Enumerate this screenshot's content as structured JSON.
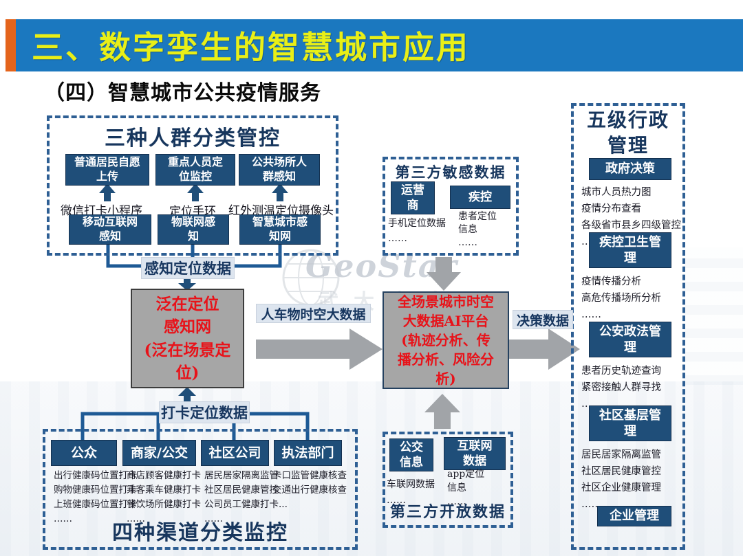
{
  "banner": {
    "title": "三、数字孪生的智慧城市应用"
  },
  "subtitle": "（四）智慧城市公共疫情服务",
  "watermark": {
    "brand": "GeoStar",
    "company": "武大吉奥"
  },
  "colors": {
    "banner_blue": "#1b78bf",
    "banner_orange": "#e4641c",
    "banner_yellow": "#e9ef17",
    "navy_box": "#1f4e79",
    "dashed_border": "#2e5f94",
    "red_text": "#e81219",
    "gray_node_fill": "#a6a6a6",
    "label_chip_bg": "#dde5ef",
    "connector_blue": "#1e5a95",
    "arrow_gray": "#a1a4a8"
  },
  "left_panel": {
    "title": "三种人群分类管控",
    "top_boxes": [
      "普通居民自愿上传",
      "重点人员定位监控",
      "公共场所人群感知"
    ],
    "device_labels": [
      "微信打卡小程序",
      "定位手环",
      "红外测温定位摄像头"
    ],
    "bottom_boxes": [
      "移动互联网感知",
      "物联网感知",
      "智慧城市感知网"
    ]
  },
  "flow": {
    "sense_label": "感知定位数据",
    "ubiquitous_node_lines": [
      "泛在定位",
      "感知网",
      "(泛在场景定",
      "位)"
    ],
    "checkin_label": "打卡定位数据",
    "bigdata_label": "人车物时空大数据",
    "ai_node_lines": [
      "全场景城市时空",
      "大数据AI平台",
      "(轨迹分析、传",
      "播分析、风险分",
      "析)"
    ],
    "decision_label": "决策数据"
  },
  "sensitive_panel": {
    "title": "第三方敏感数据",
    "boxes": [
      "运营商",
      "疾控"
    ],
    "col1": [
      "手机定位数据",
      "……"
    ],
    "col2": [
      "患者定位",
      "信息",
      "……"
    ]
  },
  "open_panel": {
    "title": "第三方开放数据",
    "boxes": [
      "公交信息",
      "互联网数据"
    ],
    "col1": [
      "车联网数据",
      "……"
    ],
    "col2": [
      "app定位",
      "信息",
      "……"
    ]
  },
  "bottom_panel": {
    "title": "四种渠道分类监控",
    "boxes": [
      "公众",
      "商家/公交",
      "社区公司",
      "执法部门"
    ],
    "col1": [
      "出行健康码位置打卡",
      "购物健康码位置打卡",
      "上班健康码位置打卡",
      "……"
    ],
    "col2": [
      "商店顾客健康打卡",
      "乘客乘车健康打卡",
      "餐饮场所健康打卡",
      "……"
    ],
    "col3": [
      "居民居家隔离监管",
      "社区居民健康管控",
      "公司员工健康打卡...",
      "……"
    ],
    "col4": [
      "卡口监管健康核查",
      "交通出行健康核查"
    ]
  },
  "right_panel": {
    "title_line1": "五级行政",
    "title_line2": "管理",
    "sections": [
      {
        "box": "政府决策",
        "notes": [
          "城市人员热力图",
          "疫情分布查看",
          "各级省市县乡四级管控",
          "……"
        ]
      },
      {
        "box": "疾控卫生管理",
        "notes": [
          "疫情传播分析",
          "高危传播场所分析",
          "……"
        ]
      },
      {
        "box": "公安政法管理",
        "notes": [
          "患者历史轨迹查询",
          "紧密接触人群寻找",
          "……"
        ]
      },
      {
        "box": "社区基层管理",
        "notes": [
          "居民居家隔离监管",
          "社区居民健康管控",
          "社区企业健康管理",
          "……"
        ]
      },
      {
        "box": "企业管理",
        "notes": []
      }
    ]
  }
}
